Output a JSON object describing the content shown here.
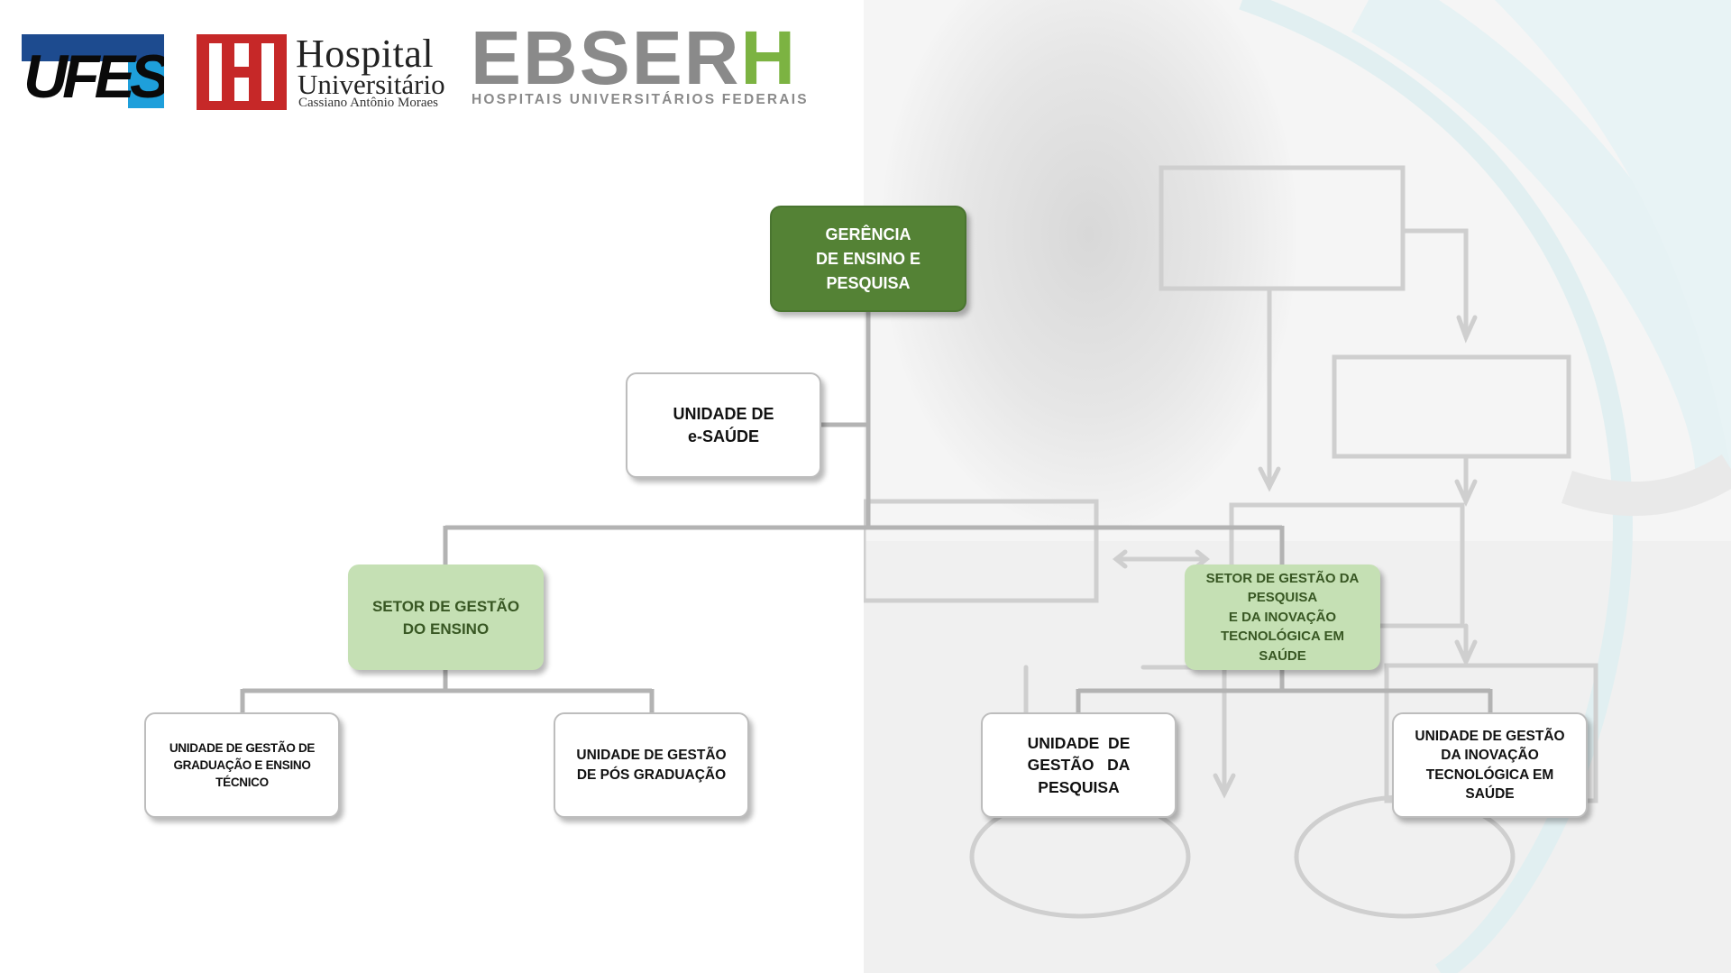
{
  "logos": {
    "ufes": "UFES",
    "hospital": {
      "line1": "Hospital",
      "line2": "Universitário",
      "line3": "Cassiano Antônio Moraes"
    },
    "ebserh": {
      "main": "EBSER",
      "accent": "H",
      "subtitle": "HOSPITAIS UNIVERSITÁRIOS FEDERAIS"
    }
  },
  "org": {
    "root": "GERÊNCIA\nDE ENSINO E\nPESQUISA",
    "esaude": "UNIDADE DE\ne-SAÚDE",
    "setor_ensino": "SETOR DE GESTÃO\nDO ENSINO",
    "setor_pesquisa": "SETOR DE GESTÃO DA\nPESQUISA\nE DA INOVAÇÃO\nTECNOLÓGICA EM\nSAÚDE",
    "unid_graduacao": "UNIDADE DE GESTÃO DE\nGRADUAÇÃO E ENSINO\nTÉCNICO",
    "unid_pos": "UNIDADE DE GESTÃO\nDE PÓS GRADUAÇÃO",
    "unid_pesquisa": "UNIDADE  DE\nGESTÃO   DA\nPESQUISA",
    "unid_inovacao": "UNIDADE DE GESTÃO\nDA INOVAÇÃO\nTECNOLÓGICA EM\nSAÚDE"
  },
  "colors": {
    "dark_green": "#548235",
    "light_green": "#c5e0b4",
    "connector": "#b3b3b3",
    "teal_arc": "#e3f0f2"
  }
}
